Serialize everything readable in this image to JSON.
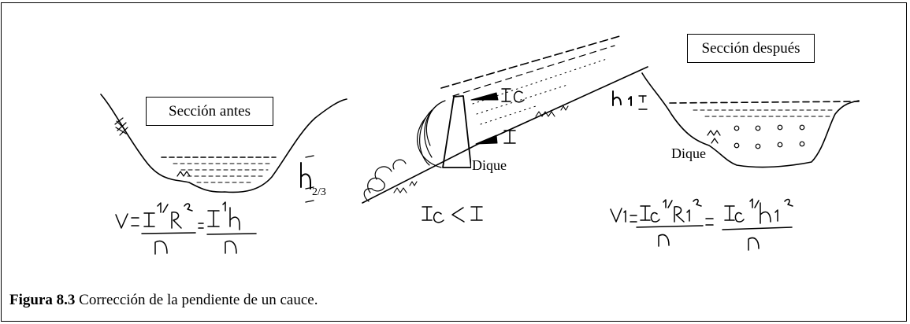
{
  "labels": {
    "seccion_antes": "Sección antes",
    "seccion_despues": "Sección después",
    "dique_1": "Dique",
    "dique_2": "Dique"
  },
  "handwritten": {
    "formula_left": "V = I^{1/2} R^{2/3} / n = I^{1/2} h^{2/3} / n",
    "formula_middle": "Ic < I",
    "formula_right": "V1 = Ic^{1/2} R1^{2/3} / n = Ic^{1/2} h1^{2/3} / n",
    "slope_upper": "Ic",
    "slope_lower": "I",
    "depth_left": "h",
    "depth_right": "h1"
  },
  "caption": {
    "label": "Figura 8.3",
    "text": " Corrección de la pendiente de un cauce."
  }
}
